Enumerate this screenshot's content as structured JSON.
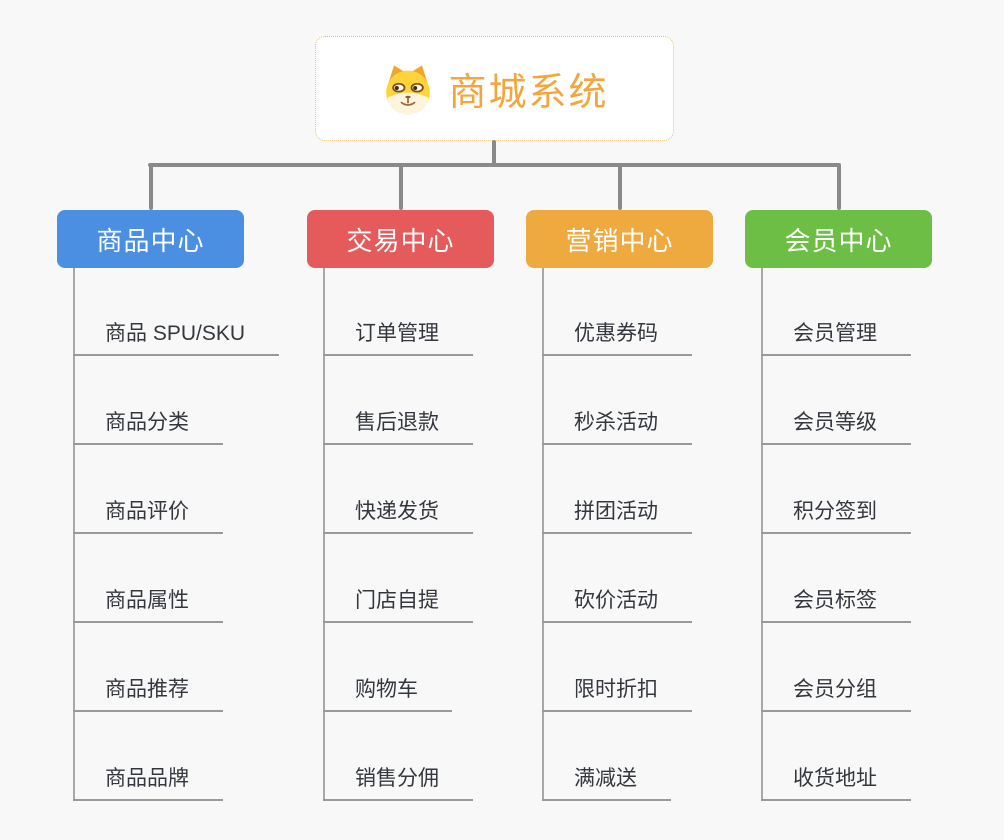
{
  "page": {
    "background_color": "#f8f8f8"
  },
  "root": {
    "title": "商城系统",
    "icon": "dog-face-icon",
    "title_color": "#f2a63c",
    "border_color": "#eebd6a"
  },
  "connector_color": "#8a8a8a",
  "branches": [
    {
      "label": "商品中心",
      "color": "#4a8fe2",
      "children": [
        "商品 SPU/SKU",
        "商品分类",
        "商品评价",
        "商品属性",
        "商品推荐",
        "商品品牌"
      ]
    },
    {
      "label": "交易中心",
      "color": "#e55a5a",
      "children": [
        "订单管理",
        "售后退款",
        "快递发货",
        "门店自提",
        "购物车",
        "销售分佣"
      ]
    },
    {
      "label": "营销中心",
      "color": "#eea93f",
      "children": [
        "优惠券码",
        "秒杀活动",
        "拼团活动",
        "砍价活动",
        "限时折扣",
        "满减送"
      ]
    },
    {
      "label": "会员中心",
      "color": "#6cbe45",
      "children": [
        "会员管理",
        "会员等级",
        "积分签到",
        "会员标签",
        "会员分组",
        "收货地址"
      ]
    }
  ]
}
